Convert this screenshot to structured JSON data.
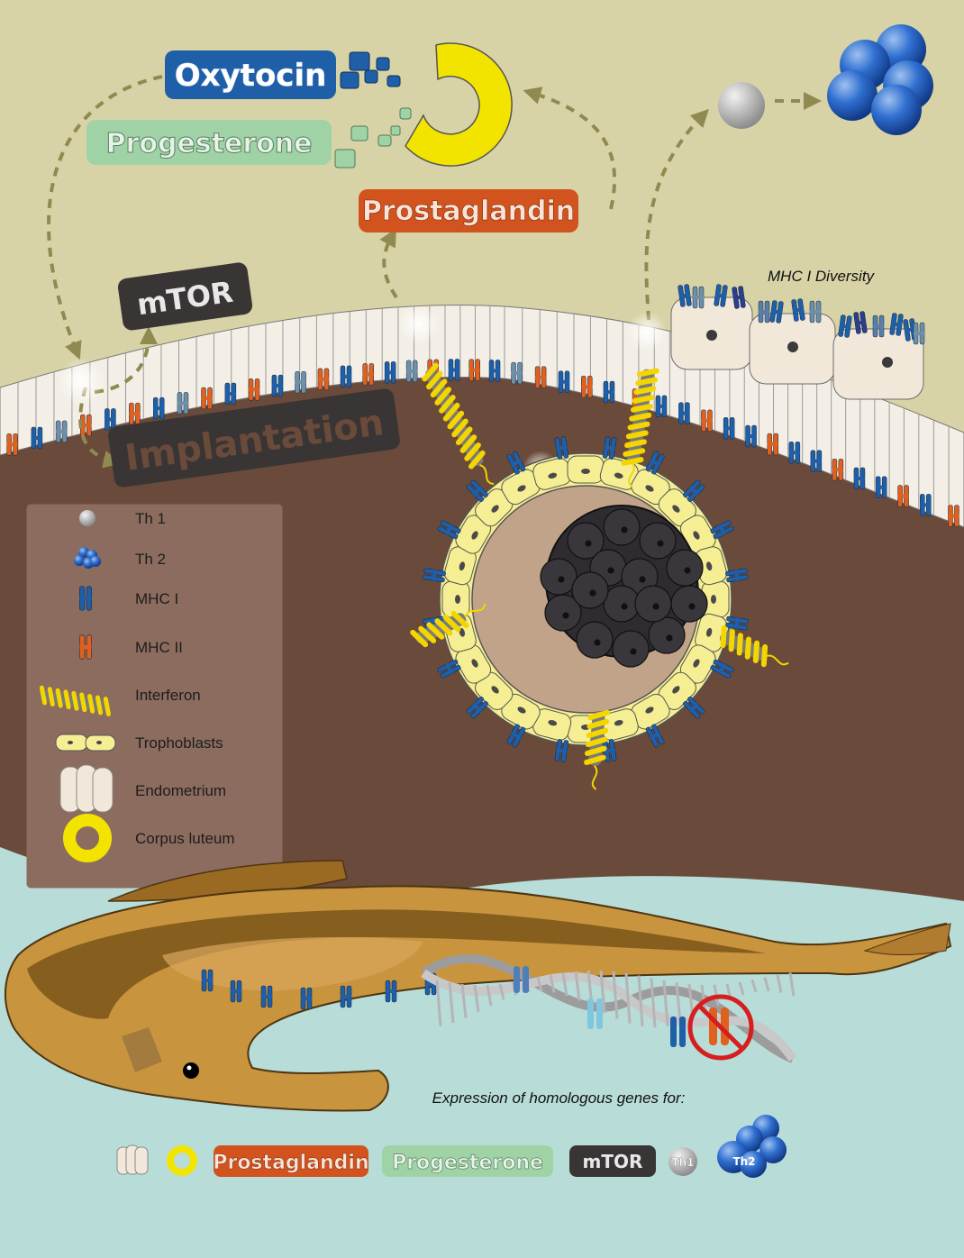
{
  "labels": {
    "oxytocin": "Oxytocin",
    "progesterone": "Progesterone",
    "prostaglandin": "Prostaglandin",
    "mtor": "mTOR",
    "implantation": "Implantation",
    "mhc_diversity": "MHC I Diversity",
    "expression_caption": "Expression of homologous genes for:"
  },
  "legend": [
    {
      "icon": "th1-icon",
      "label": "Th 1"
    },
    {
      "icon": "th2-icon",
      "label": "Th 2"
    },
    {
      "icon": "mhc1-icon",
      "label": "MHC I"
    },
    {
      "icon": "mhc2-icon",
      "label": "MHC II"
    },
    {
      "icon": "interferon-icon",
      "label": "Interferon"
    },
    {
      "icon": "trophoblasts-icon",
      "label": "Trophoblasts"
    },
    {
      "icon": "endometrium-icon",
      "label": "Endometrium"
    },
    {
      "icon": "corpus-luteum-icon",
      "label": "Corpus luteum"
    }
  ],
  "bottom_row": {
    "prostaglandin": "Prostaglandin",
    "progesterone": "Progesterone",
    "mtor": "mTOR",
    "th1": "Th1",
    "th2": "Th2"
  },
  "colors": {
    "background": "#d8d3a6",
    "tissue": "#6a4a3a",
    "water": "#b8dcd8",
    "oxytocin": "#1f5fa8",
    "progesterone": "#9fd3a6",
    "prostaglandin": "#d3531e",
    "mtor": "#3a3535",
    "corpus_luteum": "#f3e400",
    "mhc1": "#1f5fa8",
    "mhc2": "#e0601e"
  }
}
